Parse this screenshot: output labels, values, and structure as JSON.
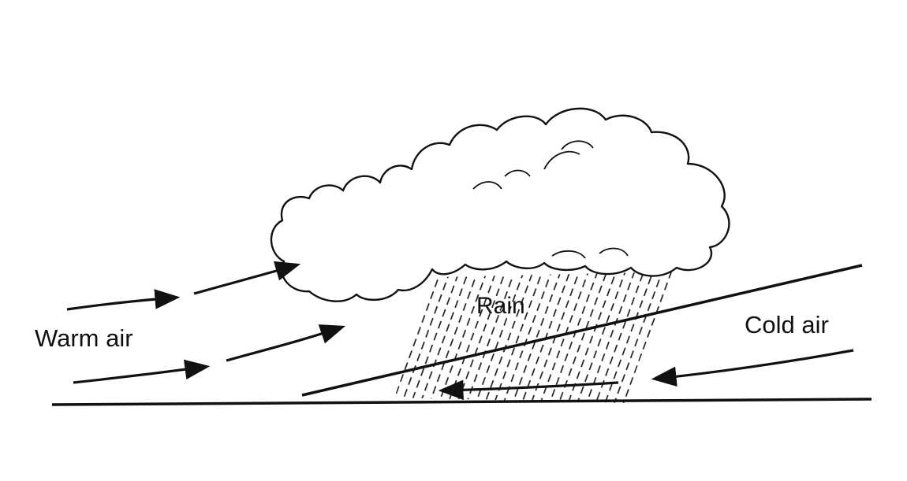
{
  "labels": {
    "warm_air": "Warm air",
    "rain": "Rain",
    "cold_air": "Cold air"
  },
  "colors": {
    "ink": "#111111",
    "background": "#ffffff"
  }
}
